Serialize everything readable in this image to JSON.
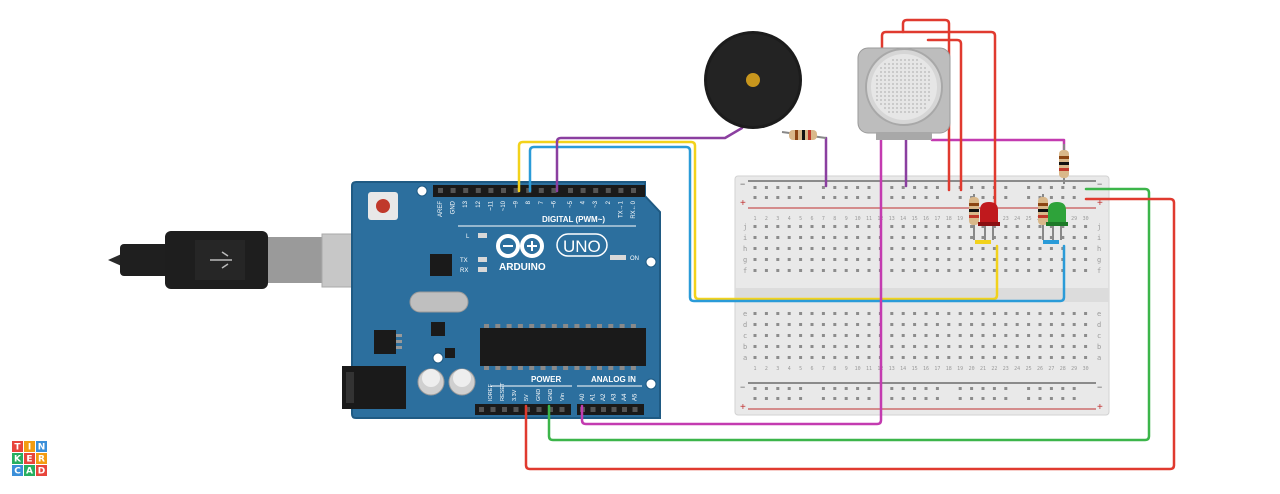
{
  "board": {
    "digital_header": "DIGITAL (PWM~)",
    "brand": "ARDUINO",
    "model": "UNO",
    "power_header": "POWER",
    "analog_header": "ANALOG IN",
    "on_label": "ON",
    "led_l": "L",
    "led_tx": "TX",
    "led_rx": "RX",
    "digital_pins": [
      "AREF",
      "GND",
      "13",
      "12",
      "~11",
      "~10",
      "~9",
      "8",
      "7",
      "~6",
      "~5",
      "4",
      "~3",
      "2",
      "TX→1",
      "RX←0"
    ],
    "power_pins": [
      "IOREF",
      "RESET",
      "3.3V",
      "5V",
      "GND",
      "GND",
      "Vin"
    ],
    "analog_pins": [
      "A0",
      "A1",
      "A2",
      "A3",
      "A4",
      "A5"
    ]
  },
  "breadboard": {
    "row_labels_top": [
      "j",
      "i",
      "h",
      "g",
      "f"
    ],
    "row_labels_bottom": [
      "e",
      "d",
      "c",
      "b",
      "a"
    ],
    "columns": [
      "1",
      "2",
      "3",
      "4",
      "5",
      "6",
      "7",
      "8",
      "9",
      "10",
      "11",
      "12",
      "13",
      "14",
      "15",
      "16",
      "17",
      "18",
      "19",
      "20",
      "21",
      "22",
      "23",
      "24",
      "25",
      "26",
      "27",
      "28",
      "29",
      "30"
    ],
    "rail_plus": "+",
    "rail_minus": "−"
  },
  "logo": {
    "letters": [
      "T",
      "I",
      "N",
      "K",
      "E",
      "R",
      "C",
      "A",
      "D"
    ],
    "colors": [
      "#e8453c",
      "#f39c12",
      "#3a8fd9",
      "#27ae60",
      "#e8453c",
      "#f39c12",
      "#3a8fd9",
      "#27ae60",
      "#e8453c"
    ]
  },
  "colors": {
    "board": "#2c6f9e",
    "board_edge": "#1f5a83",
    "wire_red": "#e03a2f",
    "wire_green": "#3cb54a",
    "wire_yellow": "#f2d21b",
    "wire_blue": "#2a9bd8",
    "wire_purple": "#8b3fa0",
    "wire_magenta": "#c33bb0",
    "led_red": "#c0191d",
    "led_green": "#2ea33a"
  }
}
